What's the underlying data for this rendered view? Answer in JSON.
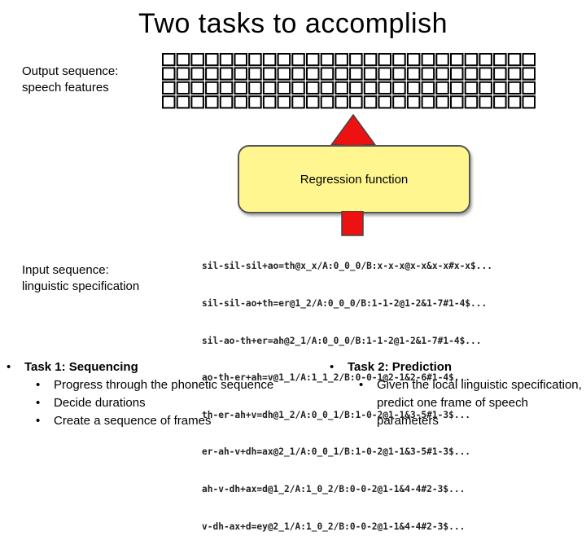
{
  "title": "Two tasks to accomplish",
  "output_label": [
    "Output sequence:",
    "speech features"
  ],
  "input_label": [
    "Input sequence:",
    "linguistic specification"
  ],
  "regression_label": "Regression function",
  "linguistic_spec_lines": [
    "sil-sil-sil+ao=th@x_x/A:0_0_0/B:x-x-x@x-x&x-x#x-x$...",
    "sil-sil-ao+th=er@1_2/A:0_0_0/B:1-1-2@1-2&1-7#1-4$...",
    "sil-ao-th+er=ah@2_1/A:0_0_0/B:1-1-2@1-2&1-7#1-4$...",
    "ao-th-er+ah=v@1_1/A:1_1_2/B:0-0-1@2-1&2-6#1-4$...",
    "th-er-ah+v=dh@1_2/A:0_0_1/B:1-0-2@1-1&3-5#1-3$...",
    "er-ah-v+dh=ax@2_1/A:0_0_1/B:1-0-2@1-1&3-5#1-3$...",
    "ah-v-dh+ax=d@1_2/A:1_0_2/B:0-0-2@1-1&4-4#2-3$...",
    "v-dh-ax+d=ey@2_1/A:1_0_2/B:0-0-2@1-1&4-4#2-3$..."
  ],
  "task1": {
    "heading": "Task 1: Sequencing",
    "items": [
      "Progress through the phonetic sequence",
      "Decide durations",
      "Create a sequence of frames"
    ]
  },
  "task2": {
    "heading": "Task 2: Prediction",
    "items": [
      "Given the local linguistic specification, predict one frame of speech parameters"
    ]
  },
  "colors": {
    "arrow": "#ee1111",
    "box_fill": "#fff68f",
    "box_border": "#555555",
    "grid_line": "#000000"
  },
  "bullet": "•"
}
